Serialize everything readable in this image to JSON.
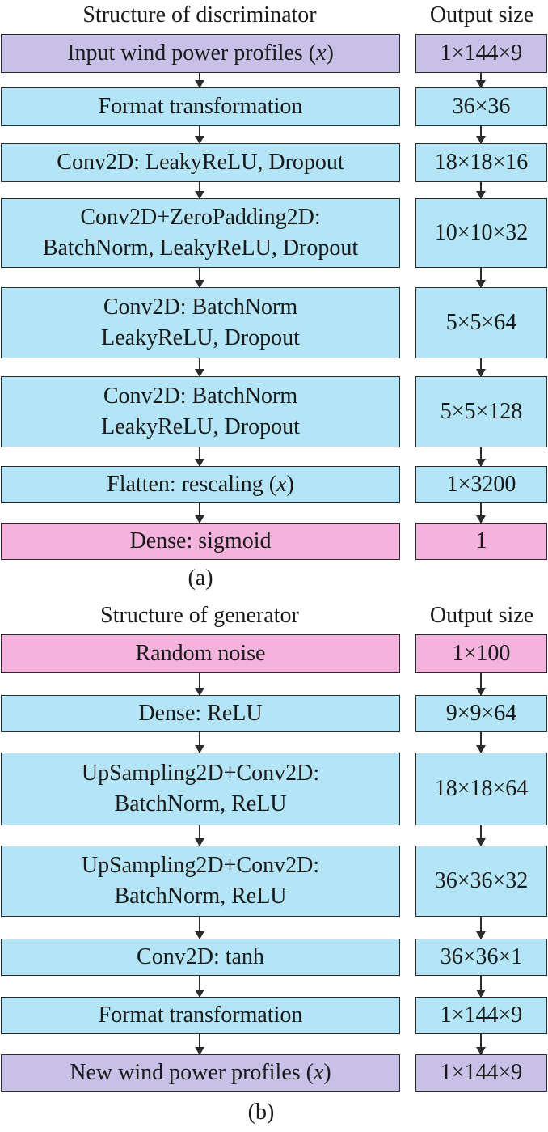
{
  "panel_a": {
    "header_left": "Structure of discriminator",
    "header_right": "Output size",
    "caption": "(a)",
    "rows": [
      {
        "lines": [
          "Input wind power profiles (x)"
        ],
        "size": "1×144×9",
        "color": "#c8c0e6"
      },
      {
        "lines": [
          "Format transformation"
        ],
        "size": "36×36",
        "color": "#b3e5f6"
      },
      {
        "lines": [
          "Conv2D: LeakyReLU, Dropout"
        ],
        "size": "18×18×16",
        "color": "#b3e5f6"
      },
      {
        "lines": [
          "Conv2D+ZeroPadding2D:",
          "BatchNorm, LeakyReLU, Dropout"
        ],
        "size": "10×10×32",
        "color": "#b3e5f6"
      },
      {
        "lines": [
          "Conv2D: BatchNorm",
          "LeakyReLU, Dropout"
        ],
        "size": "5×5×64",
        "color": "#b3e5f6"
      },
      {
        "lines": [
          "Conv2D: BatchNorm",
          "LeakyReLU, Dropout"
        ],
        "size": "5×5×128",
        "color": "#b3e5f6"
      },
      {
        "lines": [
          "Flatten: rescaling (x)"
        ],
        "size": "1×3200",
        "color": "#b3e5f6"
      },
      {
        "lines": [
          "Dense: sigmoid"
        ],
        "size": "1",
        "color": "#f3b3dc"
      }
    ]
  },
  "panel_b": {
    "header_left": "Structure of generator",
    "header_right": "Output size",
    "caption": "(b)",
    "rows": [
      {
        "lines": [
          "Random noise"
        ],
        "size": "1×100",
        "color": "#f3b3dc"
      },
      {
        "lines": [
          "Dense: ReLU"
        ],
        "size": "9×9×64",
        "color": "#b3e5f6"
      },
      {
        "lines": [
          "UpSampling2D+Conv2D:",
          "BatchNorm, ReLU"
        ],
        "size": "18×18×64",
        "color": "#b3e5f6"
      },
      {
        "lines": [
          "UpSampling2D+Conv2D:",
          "BatchNorm, ReLU"
        ],
        "size": "36×36×32",
        "color": "#b3e5f6"
      },
      {
        "lines": [
          "Conv2D: tanh"
        ],
        "size": "36×36×1",
        "color": "#b3e5f6"
      },
      {
        "lines": [
          "Format transformation"
        ],
        "size": "1×144×9",
        "color": "#b3e5f6"
      },
      {
        "lines": [
          "New wind power profiles (x)"
        ],
        "size": "1×144×9",
        "color": "#c8c0e6"
      }
    ]
  }
}
